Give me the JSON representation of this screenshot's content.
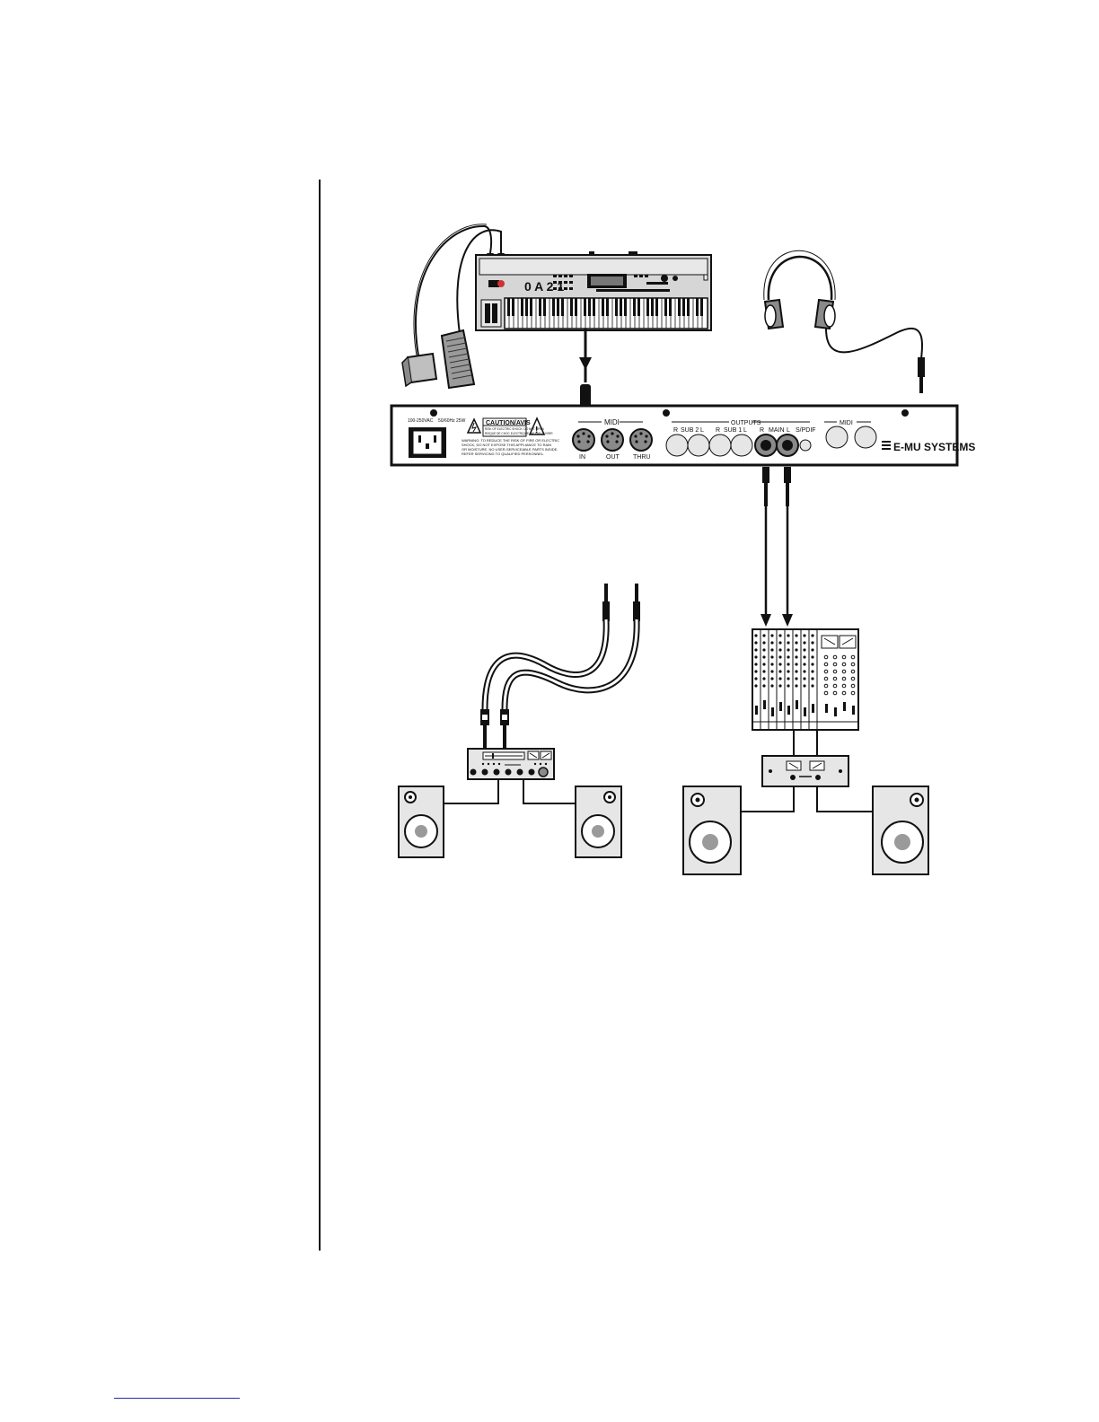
{
  "rear_panel": {
    "voltage_small": "100-250VAC",
    "fuse_small": "50/60Hz 25W",
    "caution_title": "CAUTION/AVIS",
    "caution_lines": [
      "RISK OF ELECTRIC SHOCK. DO NOT OPEN",
      "RISQUE DE CHOC ELECTRIQUE. NE PAS OUVRIR"
    ],
    "warning_lines": [
      "WARNING: TO REDUCE THE RISK OF FIRE OR ELECTRIC",
      "SHOCK, DO NOT EXPOSE THIS APPLIANCE TO RAIN",
      "OR MOISTURE. NO USER-SERVICEABLE PARTS INSIDE.",
      "REFER SERVICING TO QUALIFIED PERSONNEL."
    ],
    "midi_group_label": "MIDI",
    "midi_in": "IN",
    "midi_out": "OUT",
    "midi_thru": "THRU",
    "outputs_label": "OUTPUTS",
    "sub2_r": "R",
    "sub2_label": "SUB 2",
    "sub2_l": "L",
    "sub1_r": "R",
    "sub1_label": "SUB 1",
    "sub1_l": "L",
    "main_r": "R",
    "main_label": "MAIN",
    "main_l": "L",
    "spdif_label": "S/PDIF",
    "midi2_label": "MIDI",
    "brand": "E-MU SYSTEMS"
  },
  "keyboard": {
    "model_glyph": "0 A 2 1"
  },
  "colors": {
    "ink": "#111111",
    "panel_gray": "#d6d6d6",
    "light_gray": "#e6e6e6",
    "dark_gray": "#8a8a8a",
    "footnote_rule": "#2a2aa8"
  }
}
